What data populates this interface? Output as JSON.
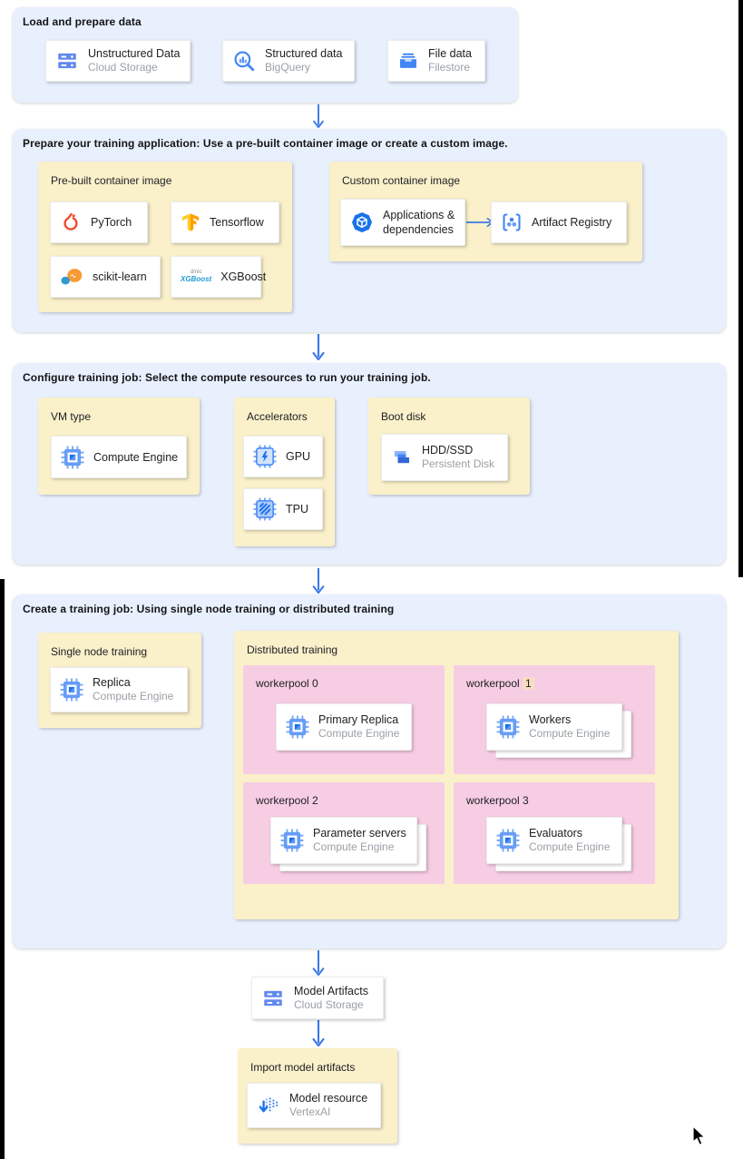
{
  "load": {
    "title": "Load and prepare data",
    "cards": [
      {
        "title": "Unstructured Data",
        "subtitle": "Cloud Storage",
        "icon": "cloud-storage-icon"
      },
      {
        "title": "Structured data",
        "subtitle": "BigQuery",
        "icon": "bigquery-icon"
      },
      {
        "title": "File data",
        "subtitle": "Filestore",
        "icon": "filestore-icon"
      }
    ]
  },
  "prepare": {
    "title": "Prepare your training application: Use a pre-built container image or create a custom image.",
    "prebuilt": {
      "title": "Pre-built container image",
      "cards": [
        {
          "title": "PyTorch",
          "icon": "pytorch-icon"
        },
        {
          "title": "Tensorflow",
          "icon": "tensorflow-icon"
        },
        {
          "title": "scikit-learn",
          "icon": "scikit-learn-icon"
        },
        {
          "title": "XGBoost",
          "icon": "xgboost-logo",
          "logo_top": "dmlc",
          "logo_main": "XGBoost"
        }
      ]
    },
    "custom": {
      "title": "Custom container image",
      "source_card": {
        "title_line1": "Applications &",
        "title_line2": "dependencies",
        "icon": "applications-dependencies-icon"
      },
      "target_card": {
        "title": "Artifact Registry",
        "icon": "artifact-registry-icon"
      }
    }
  },
  "configure": {
    "title": "Configure training job: Select the compute resources to run your training job.",
    "vm_type": {
      "title": "VM type",
      "card": {
        "title": "Compute Engine",
        "icon": "compute-engine-icon"
      }
    },
    "accelerators": {
      "title": "Accelerators",
      "cards": [
        {
          "title": "GPU",
          "icon": "gpu-icon"
        },
        {
          "title": "TPU",
          "icon": "tpu-icon"
        }
      ]
    },
    "boot_disk": {
      "title": "Boot disk",
      "card": {
        "title": "HDD/SSD",
        "subtitle": "Persistent Disk",
        "icon": "persistent-disk-icon"
      }
    }
  },
  "create": {
    "title": "Create a training job: Using single node training or distributed training",
    "single_node": {
      "title": "Single node training",
      "card": {
        "title": "Replica",
        "subtitle": "Compute Engine",
        "icon": "compute-engine-icon"
      }
    },
    "distributed": {
      "title": "Distributed training",
      "workerpools": [
        {
          "label": "workerpool 0",
          "stacked": false,
          "card": {
            "title": "Primary Replica",
            "subtitle": "Compute Engine",
            "icon": "compute-engine-icon"
          }
        },
        {
          "label_prefix": "workerpool",
          "label_num": "1",
          "num_highlighted": true,
          "stacked": true,
          "card": {
            "title": "Workers",
            "subtitle": "Compute Engine",
            "icon": "compute-engine-icon"
          }
        },
        {
          "label": "workerpool 2",
          "stacked": true,
          "card": {
            "title": "Parameter servers",
            "subtitle": "Compute Engine",
            "icon": "compute-engine-icon"
          }
        },
        {
          "label": "workerpool 3",
          "stacked": true,
          "card": {
            "title": "Evaluators",
            "subtitle": "Compute Engine",
            "icon": "compute-engine-icon"
          }
        }
      ]
    }
  },
  "model_artifacts": {
    "title": "Model Artifacts",
    "subtitle": "Cloud Storage",
    "icon": "cloud-storage-icon"
  },
  "import_model": {
    "title": "Import model artifacts",
    "card": {
      "title": "Model resource",
      "subtitle": "VertexAI",
      "icon": "vertex-ai-icon"
    }
  },
  "colors": {
    "section_bg": "#e8f0fe",
    "group_bg": "#faf0ca",
    "workerpool_bg": "#f7cde4",
    "arrow": "#3b78e8",
    "num_highlight": "#f8ddc4",
    "card_title": "#202124",
    "card_subtitle": "#9aa0a6"
  }
}
